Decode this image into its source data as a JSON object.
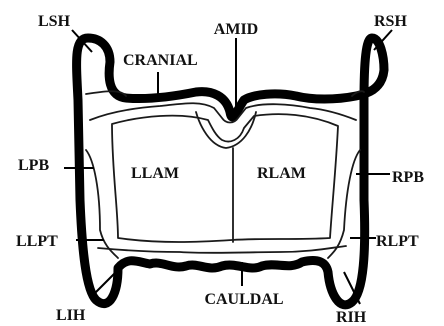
{
  "labels": {
    "lsh": "LSH",
    "amid": "AMID",
    "rsh": "RSH",
    "cranial": "CRANIAL",
    "lpb": "LPB",
    "llam": "LLAM",
    "rlam": "RLAM",
    "rpb": "RPB",
    "llpt": "LLPT",
    "rlpt": "RLPT",
    "lih": "LIH",
    "cauldal": "CAULDAL",
    "rih": "RIH"
  },
  "colors": {
    "outline": "#000000",
    "inner_lines": "#1a1a1a",
    "background": "#ffffff"
  }
}
